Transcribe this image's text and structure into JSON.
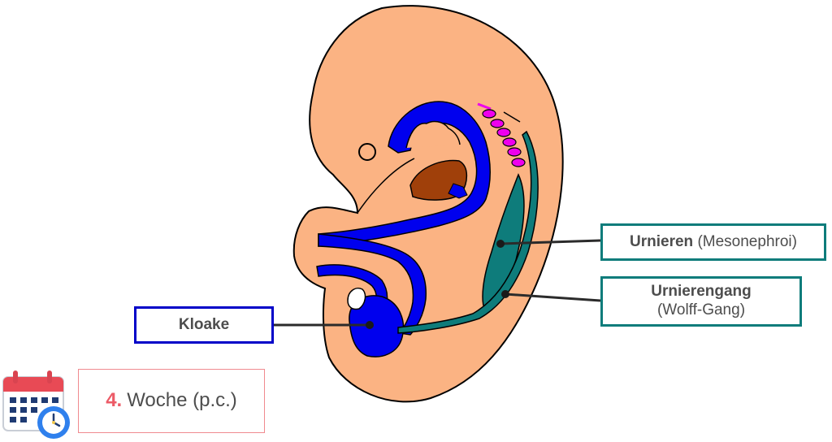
{
  "labels": {
    "kloake": "Kloake",
    "urnieren_bold": "Urnieren",
    "urnieren_rest": "(Mesonephroi)",
    "urnierengang_bold": "Urnierengang",
    "urnierengang_rest": "(Wolff-Gang)"
  },
  "week": {
    "number": "4.",
    "text": "Woche (p.c.)"
  },
  "icons": [
    "calendar-clock-icon"
  ],
  "colors": {
    "embryo": "#fbb383",
    "gut_blue": "#0000ee",
    "mesonephros_teal": "#0e7c7b",
    "somites_magenta": "#ee00ee",
    "heart_brown": "#a0400a",
    "week_accent": "#ec5b67"
  }
}
